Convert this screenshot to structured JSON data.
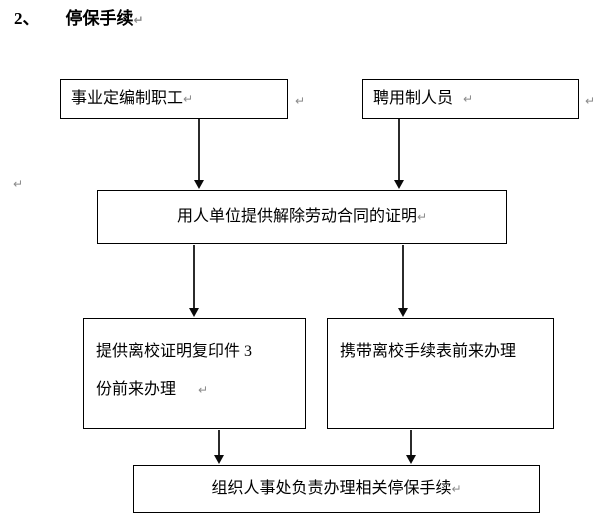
{
  "document": {
    "heading": {
      "number": "2、",
      "title": "停保手续",
      "pilcrow": "↵"
    },
    "symbols": {
      "pilcrow": "↵"
    },
    "margin_marks": [
      {
        "name": "margin-pilcrow-left",
        "text": "↵"
      }
    ],
    "flowchart": {
      "type": "flowchart",
      "nodes": [
        {
          "id": "staff",
          "label": "事业定编制职工",
          "pilcrow": "↵",
          "trailing_pilcrow": "↵"
        },
        {
          "id": "hired",
          "label": "聘用制人员",
          "pilcrow": "↵",
          "trailing_pilcrow": "↵"
        },
        {
          "id": "proof",
          "label": "用人单位提供解除劳动合同的证明",
          "pilcrow": "↵"
        },
        {
          "id": "copies",
          "label_line1": "提供离校证明复印件 3",
          "label_line2": "份前来办理",
          "pilcrow": "↵"
        },
        {
          "id": "form",
          "label": "携带离校手续表前来办理"
        },
        {
          "id": "final",
          "label": "组织人事处负责办理相关停保手续",
          "pilcrow": "↵"
        }
      ],
      "edges": [
        {
          "from": "staff",
          "to": "proof"
        },
        {
          "from": "hired",
          "to": "proof"
        },
        {
          "from": "proof",
          "to": "copies"
        },
        {
          "from": "proof",
          "to": "form"
        },
        {
          "from": "copies",
          "to": "final"
        },
        {
          "from": "form",
          "to": "final"
        }
      ]
    },
    "colors": {
      "page_background": "#ffffff",
      "text": "#000000",
      "box_border": "#000000",
      "connector": "#2b2b2b",
      "pilcrow": "#8a8a8a"
    }
  }
}
